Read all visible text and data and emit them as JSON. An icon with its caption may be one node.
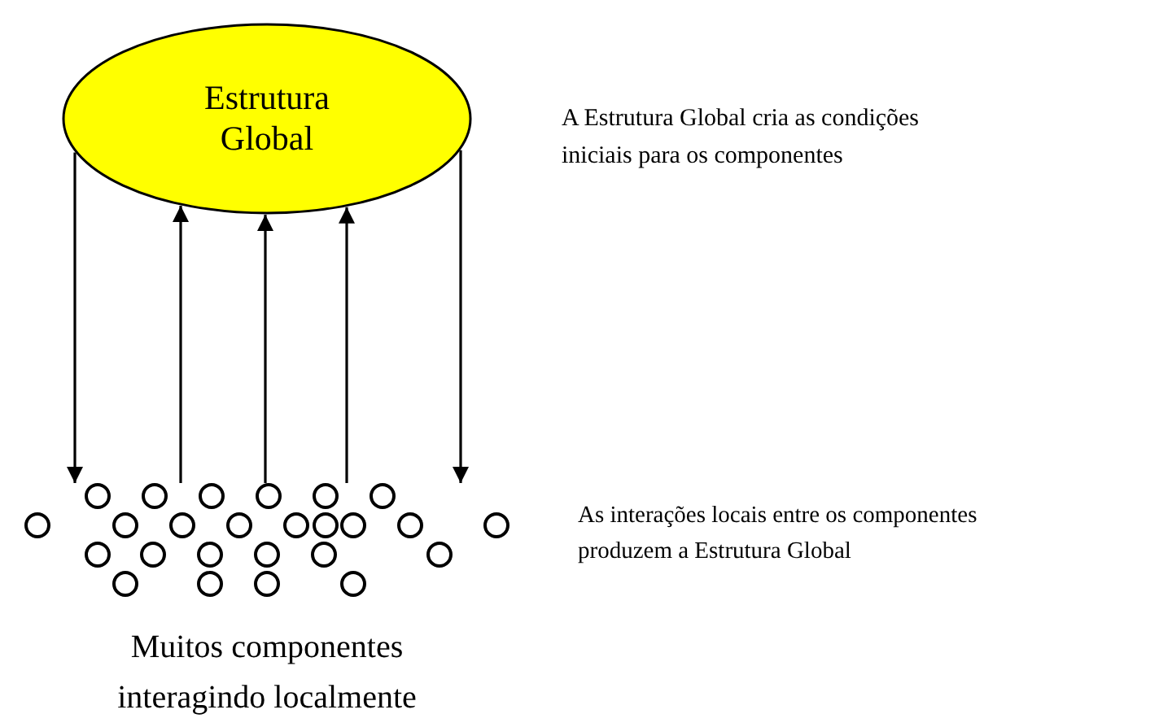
{
  "diagram": {
    "nodes": [
      {
        "text": [
          "Estrutura Global"
        ],
        "beside": [
          "A Estrutura Global cria as condições iniciais para os componentes"
        ]
      },
      {
        "text": [],
        "shape": "picture",
        "beside": [
          "As interações locais entre os componentes produzem a Estrutura Global",
          "Muitos componentes interagindo localmente"
        ]
      }
    ],
    "edges": [
      {
        "from": 0,
        "to": 1,
        "arrow": "to"
      },
      {
        "from": 1,
        "to": 0,
        "arrow": "to"
      },
      {
        "from": 1,
        "to": 0,
        "arrow": "to"
      },
      {
        "from": 1,
        "to": 0,
        "arrow": "to"
      },
      {
        "from": 0,
        "to": 1,
        "arrow": "to"
      }
    ]
  }
}
